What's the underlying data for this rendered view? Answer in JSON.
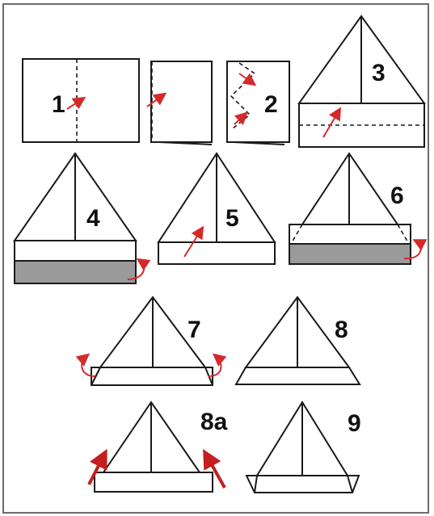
{
  "diagram": {
    "colors": {
      "line": "#1a1a1a",
      "arrow": "#d42a2a",
      "shade": "#9a9a9a",
      "frame": "#6b6b6b"
    },
    "steps": [
      {
        "label": "1"
      },
      {
        "label": "2"
      },
      {
        "label": "3"
      },
      {
        "label": "4"
      },
      {
        "label": "5"
      },
      {
        "label": "6"
      },
      {
        "label": "7"
      },
      {
        "label": "8"
      },
      {
        "label": "8a"
      },
      {
        "label": "9"
      }
    ]
  }
}
